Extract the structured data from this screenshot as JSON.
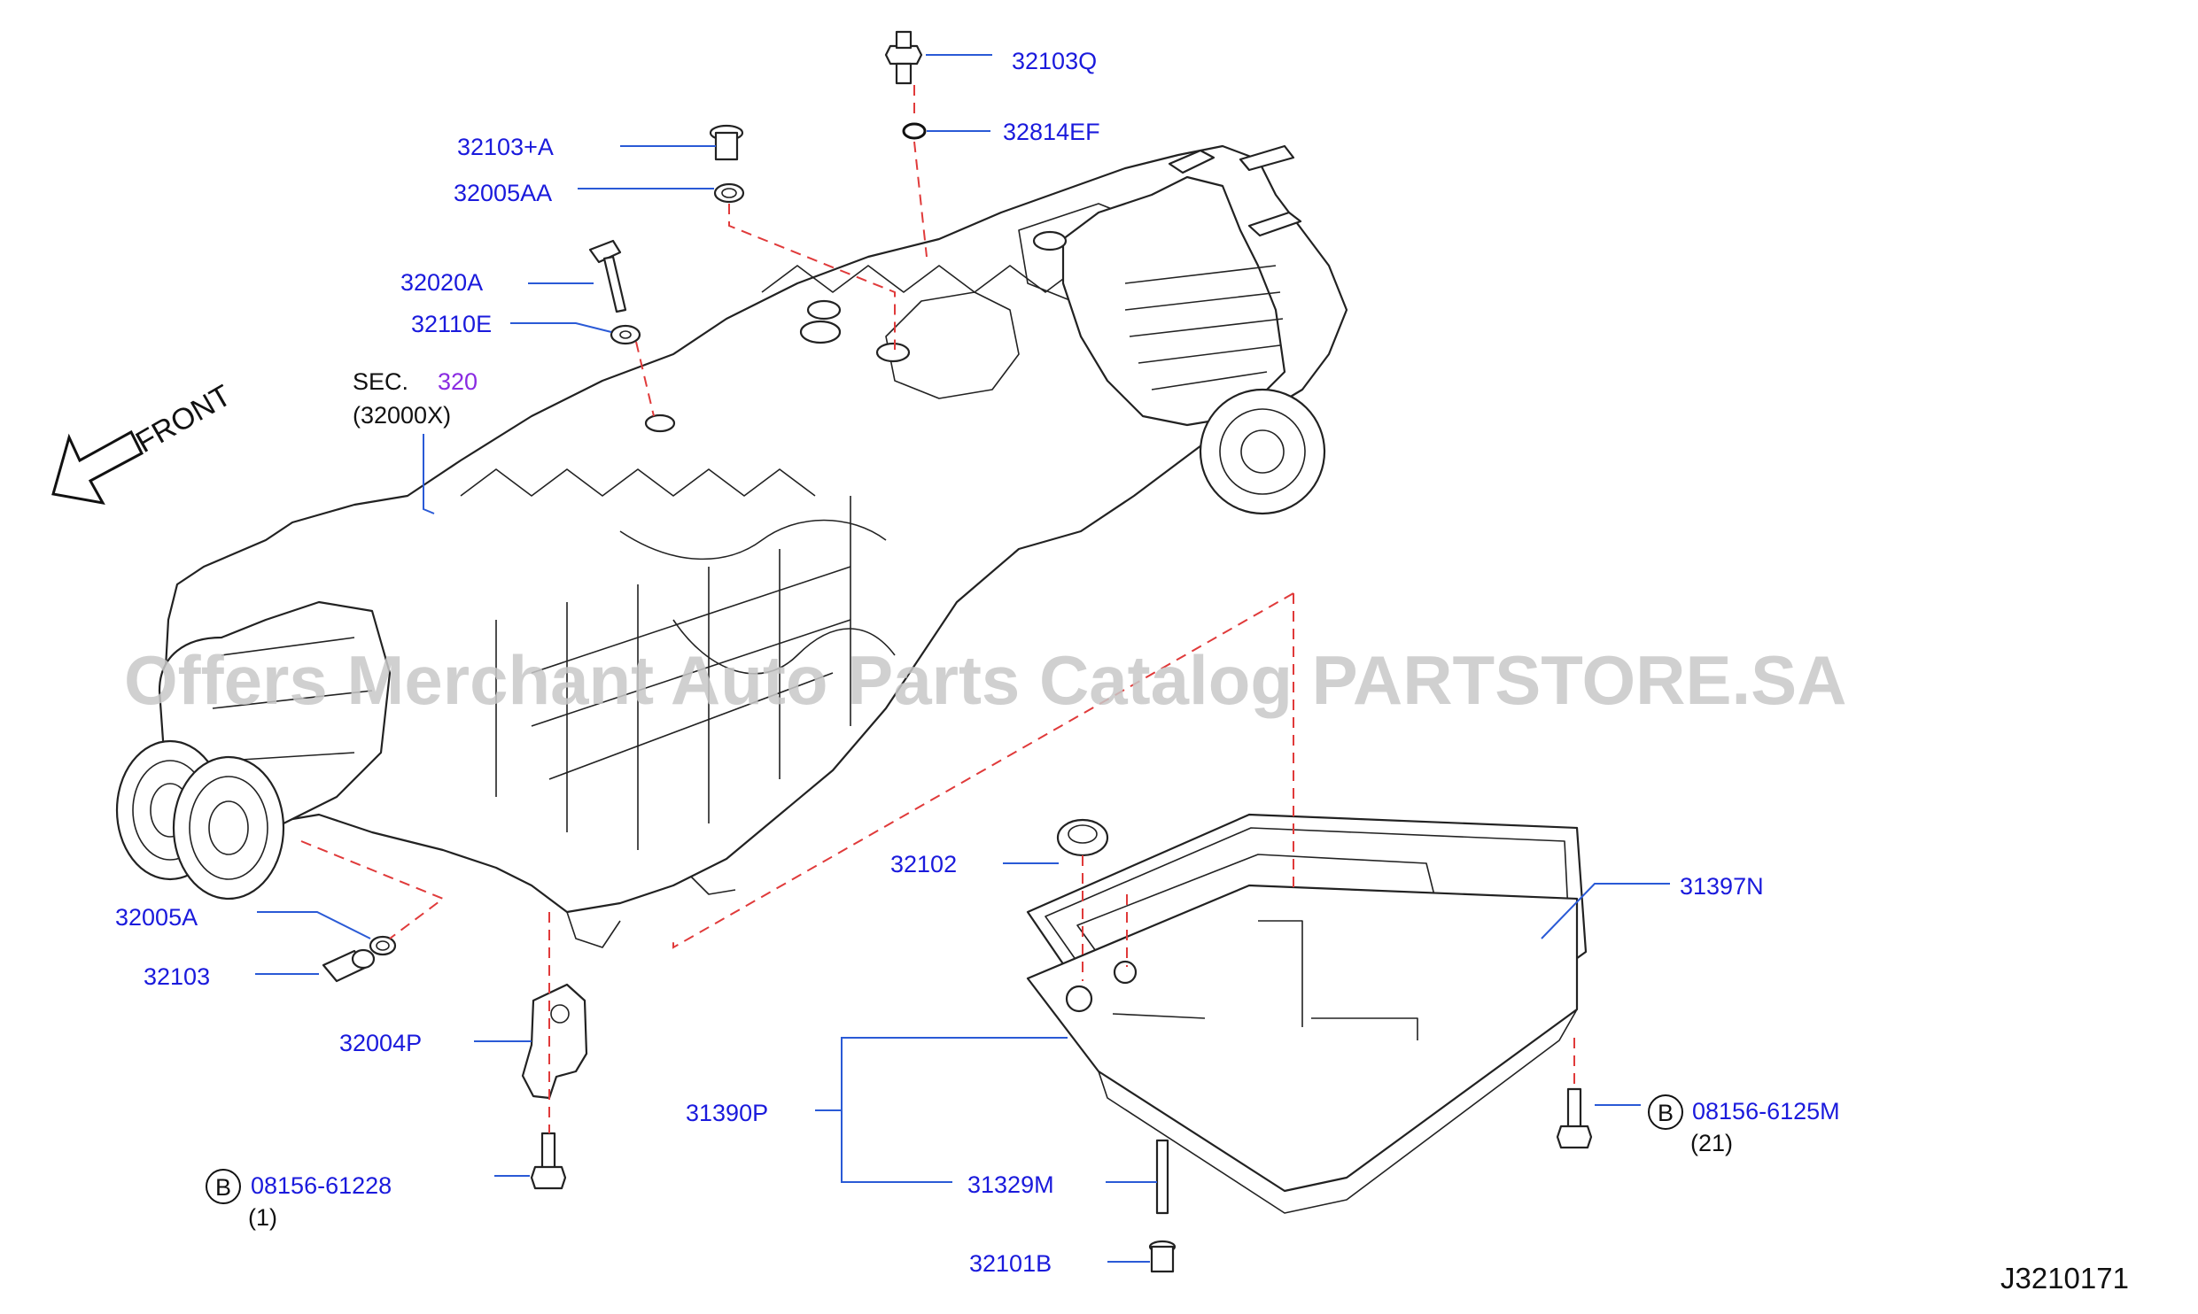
{
  "diagram_id": "J3210171",
  "watermark": "Offers Merchant Auto Parts Catalog PARTSTORE.SA",
  "front_label": "FRONT",
  "section_ref": {
    "prefix": "SEC.",
    "number": "320",
    "sub": "(32000X)"
  },
  "callouts": {
    "p32103Q": "32103Q",
    "p32814EF": "32814EF",
    "p32103A": "32103+A",
    "p32005AA": "32005AA",
    "p32020A": "32020A",
    "p32110E": "32110E",
    "p32102": "32102",
    "p31397N": "31397N",
    "p32005A": "32005A",
    "p32103": "32103",
    "p32004P": "32004P",
    "p31390P": "31390P",
    "p31329M": "31329M",
    "p32101B": "32101B"
  },
  "bolts": {
    "left": {
      "marker": "B",
      "part": "08156-61228",
      "qty": "(1)"
    },
    "right": {
      "marker": "B",
      "part": "08156-6125M",
      "qty": "(21)"
    }
  },
  "colors": {
    "label": "#1a1adc",
    "leader": "#2a5ad6",
    "dashed": "#e03a3a",
    "section": "#8a2be2"
  }
}
